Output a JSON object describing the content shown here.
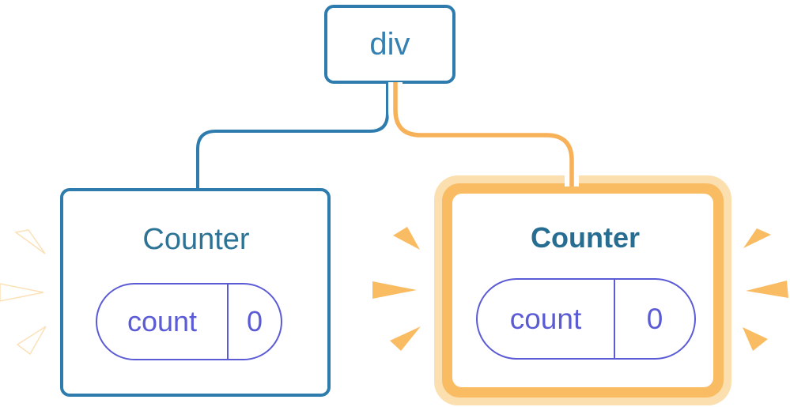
{
  "diagram": {
    "description": "React render-tree diagram: a div parent with two Counter children; the right Counter is highlighted as newly updated",
    "colors": {
      "background": "#ffffff",
      "blue_stroke": "#2d7cad",
      "node_label_blue": "#3581b1",
      "title_blue": "#2d7396",
      "title_blue_bold": "#276d92",
      "state_indigo": "#5b5bd6",
      "highlight_orange": "#f9bc62",
      "highlight_orange_light": "#fcdfae",
      "wire_orange_core": "#f7b158",
      "wire_casing_white": "#ffffff",
      "inactive_spark_white": "#ffffff"
    },
    "nodes": {
      "parent": {
        "label": "div"
      },
      "left_counter": {
        "title": "Counter",
        "state_key": "count",
        "state_value": "0",
        "highlighted": false
      },
      "right_counter": {
        "title": "Counter",
        "state_key": "count",
        "state_value": "0",
        "highlighted": true
      }
    }
  }
}
